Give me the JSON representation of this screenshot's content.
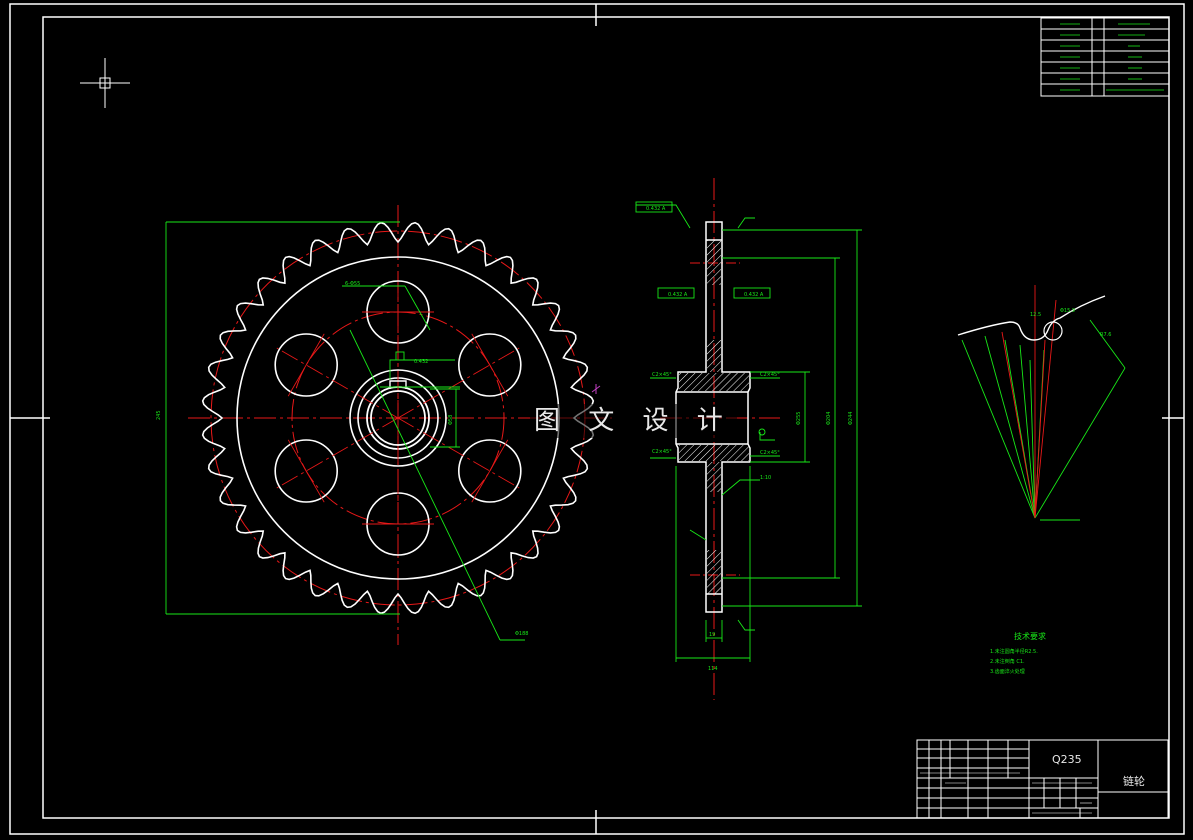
{
  "watermark": "图 文 设 计",
  "title_block": {
    "material": "Q235",
    "part_name": "链轮"
  },
  "tech_requirements": {
    "heading": "技术要求",
    "items": [
      "1.未注圆角半径R2.5.",
      "2.未注倒角 C1.",
      "3.齿面淬火处理"
    ]
  },
  "colors": {
    "background": "#000000",
    "frame": "#ffffff",
    "outline": "#ffffff",
    "dimension": "#18e818",
    "centerline": "#e81818",
    "hatch": "#ffffff",
    "marker": "#c040c0"
  }
}
